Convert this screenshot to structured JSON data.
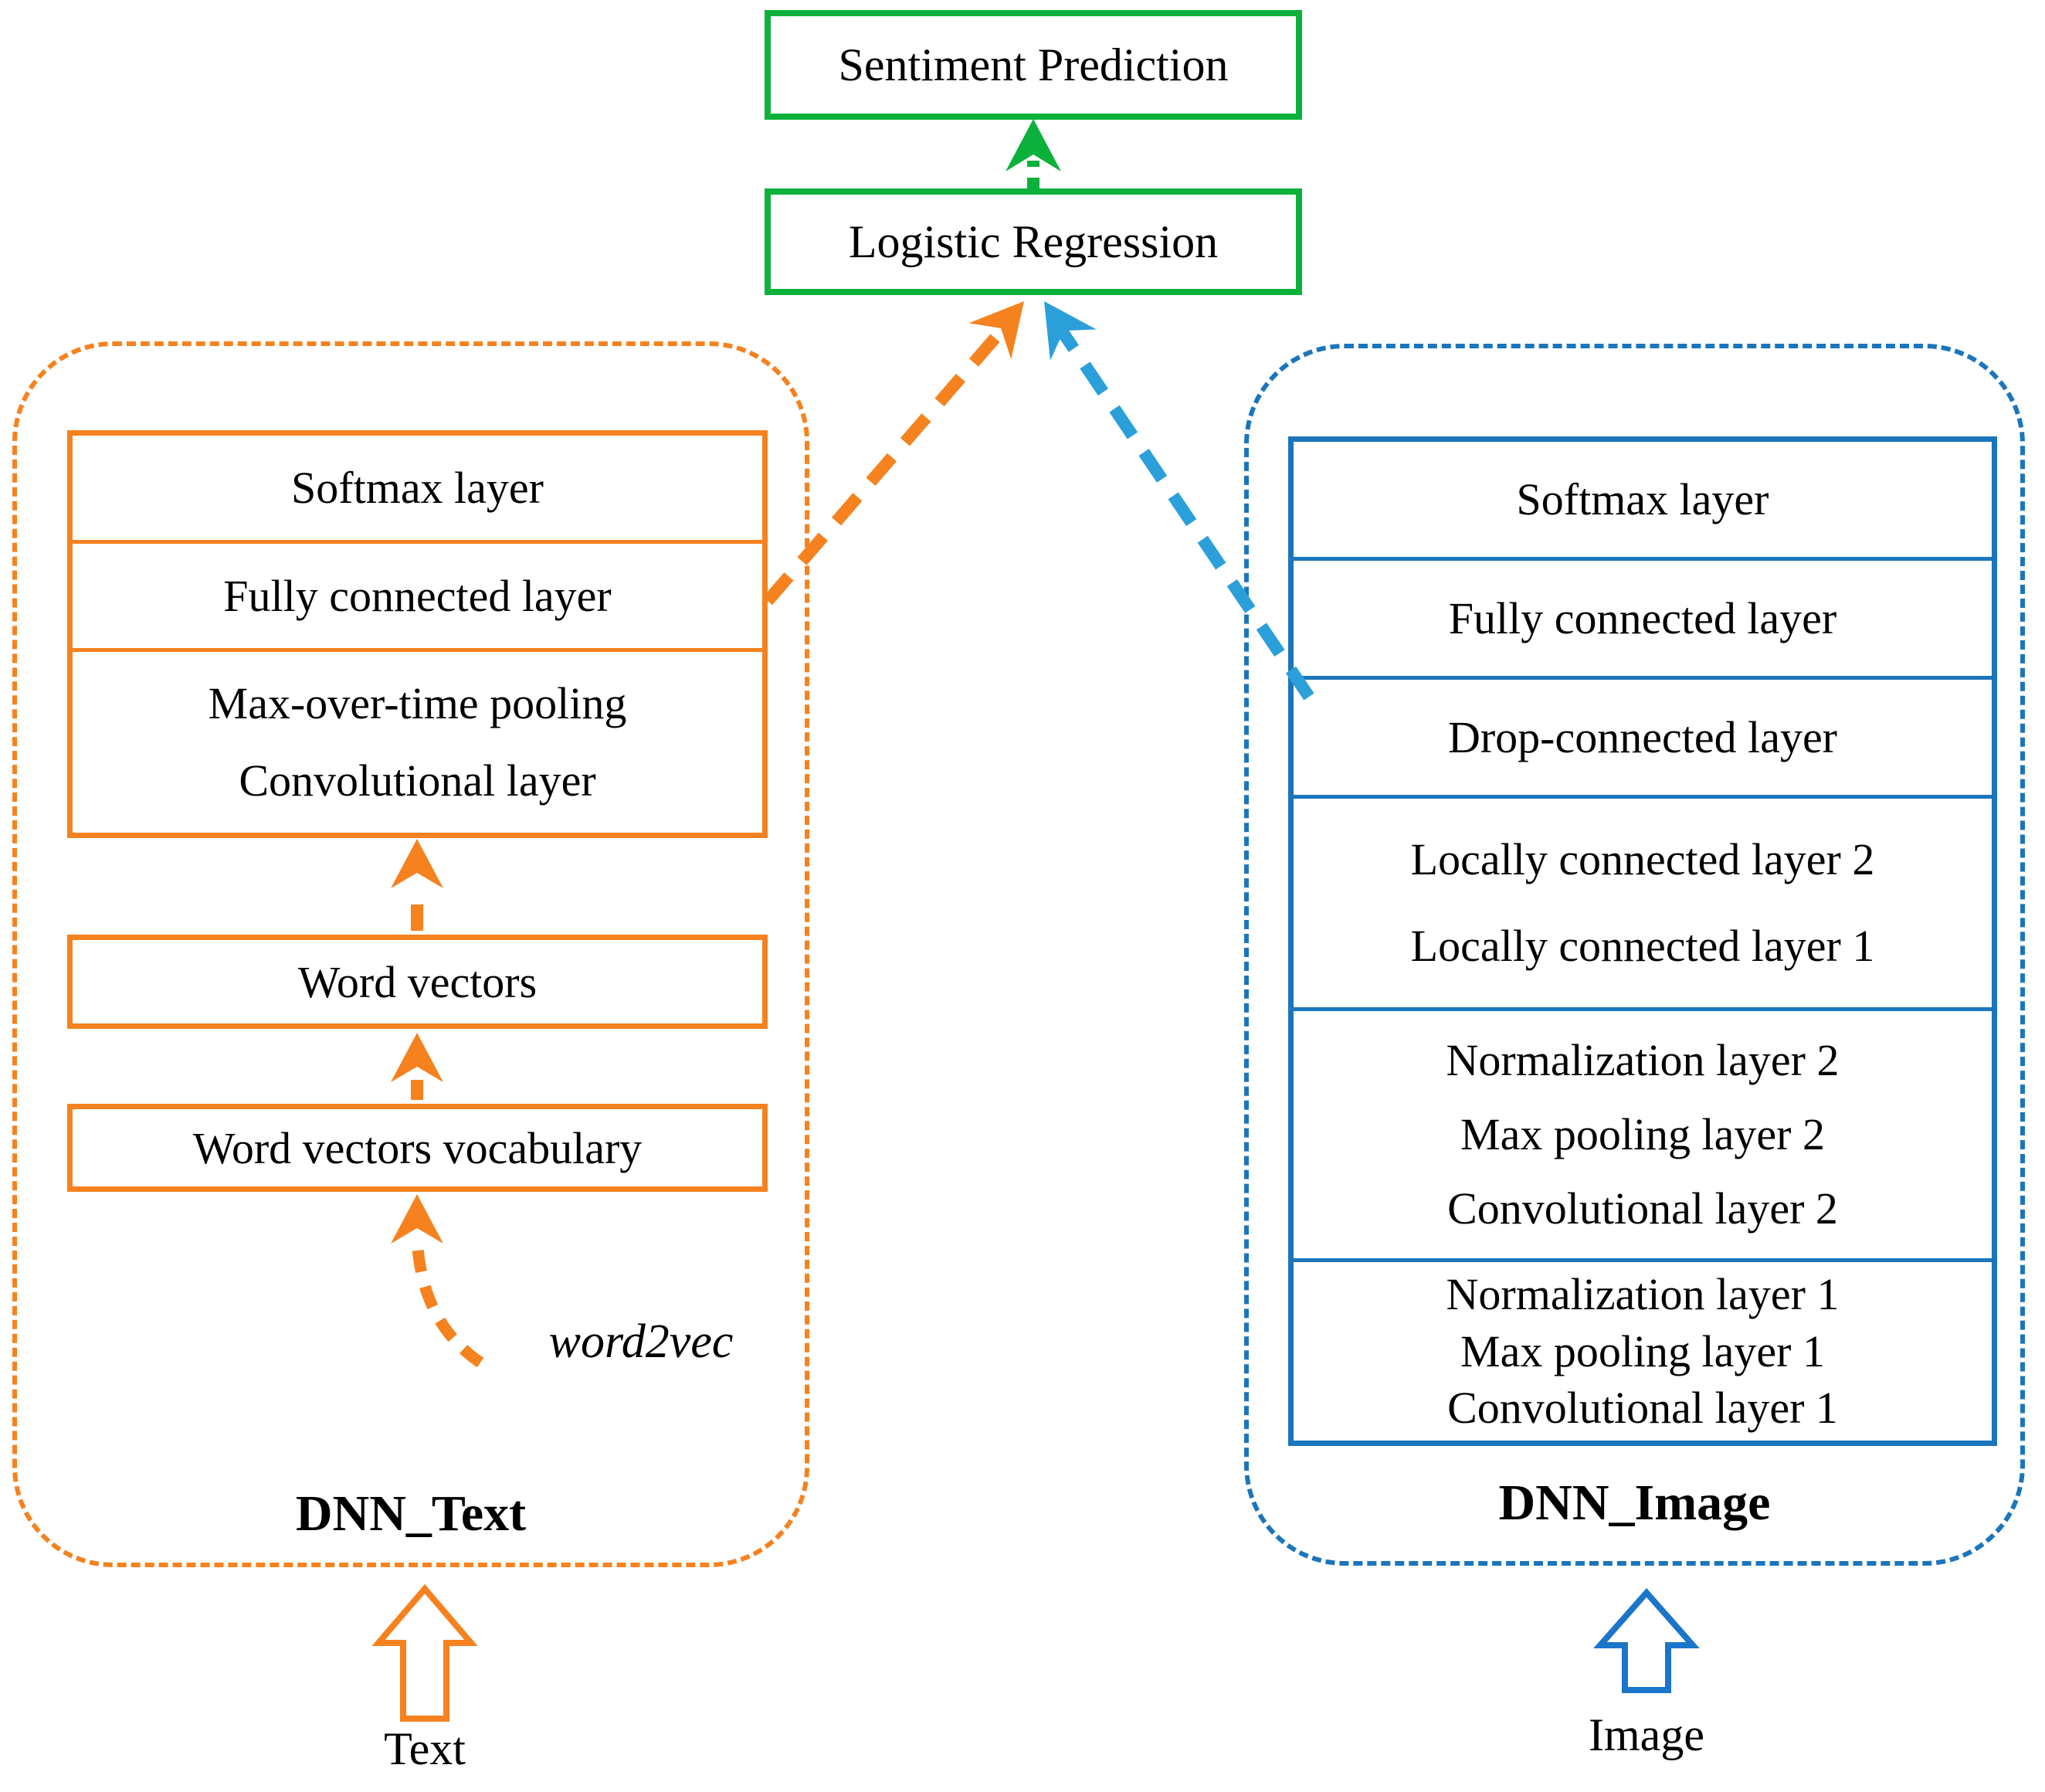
{
  "diagram": {
    "output": {
      "sentiment_prediction": "Sentiment Prediction",
      "logistic_regression": "Logistic Regression"
    },
    "dnn_text": {
      "label": "DNN_Text",
      "rows": [
        {
          "lines": [
            "Softmax layer"
          ]
        },
        {
          "lines": [
            "Fully connected layer"
          ]
        },
        {
          "lines": [
            "Max-over-time pooling",
            "Convolutional layer"
          ]
        }
      ],
      "word_vectors": "Word vectors",
      "word_vectors_vocabulary": "Word vectors vocabulary",
      "word2vec_label": "word2vec",
      "input_label": "Text"
    },
    "dnn_image": {
      "label": "DNN_Image",
      "rows": [
        {
          "lines": [
            "Softmax layer"
          ]
        },
        {
          "lines": [
            "Fully connected layer"
          ]
        },
        {
          "lines": [
            "Drop-connected layer"
          ]
        },
        {
          "lines": [
            "Locally connected layer 2",
            "Locally connected layer 1"
          ]
        },
        {
          "lines": [
            "Normalization layer 2",
            "Max pooling layer 2",
            "Convolutional layer 2"
          ]
        },
        {
          "lines": [
            "Normalization layer 1",
            "Max pooling layer 1",
            "Convolutional layer 1"
          ]
        }
      ],
      "input_label": "Image"
    },
    "colors": {
      "orange": "#F5821F",
      "blue": "#1B75BC",
      "blue_arrow": "#2B9FDA",
      "green": "#0CB13C"
    }
  }
}
